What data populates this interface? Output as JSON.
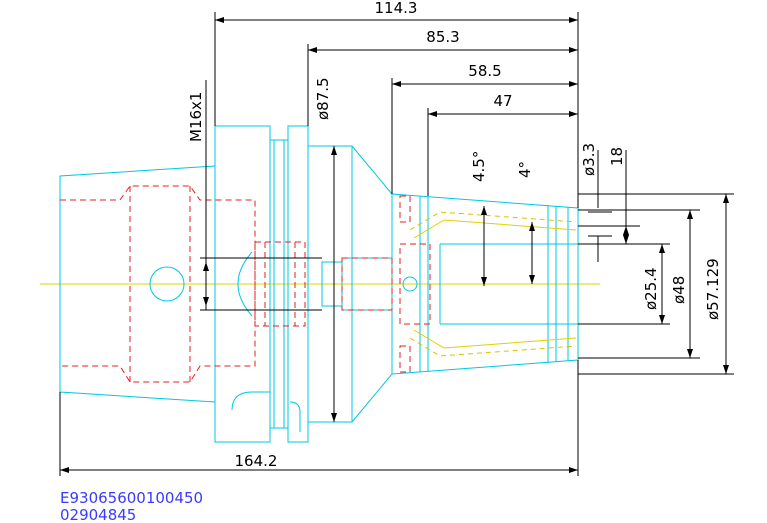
{
  "dimensions": {
    "d114": "114.3",
    "d85": "85.3",
    "d58": "58.5",
    "d47": "47",
    "d164": "164.2",
    "thread": "M16x1",
    "dia87": "ø87.5",
    "ang45": "4.5°",
    "ang4": "4°",
    "dia33": "ø3.3",
    "d18": "18",
    "dia254": "ø25.4",
    "dia48": "ø48",
    "dia57": "ø57.129"
  },
  "codes": {
    "line1": "E93065600100450",
    "line2": "02904845"
  },
  "colors": {
    "outline": "#00c8e0",
    "hidden": "#e02020",
    "center": "#e0d000",
    "dimension": "#000000",
    "code": "#3a3aff"
  }
}
